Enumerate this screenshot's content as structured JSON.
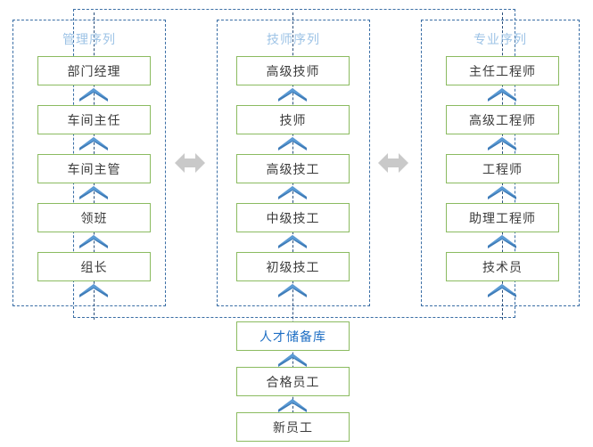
{
  "diagram": {
    "title_text": "",
    "colors": {
      "node_border": "#8bbb60",
      "node_text": "#3b3b3b",
      "accent_text": "#1f6fc4",
      "column_title": "#9dc3e6",
      "dash_frame": "#3a6ea5",
      "chevron_fill": "#3f7cb8",
      "chevron_light": "#5b9bd5",
      "lr_arrow_fill": "#c9c9c9"
    }
  },
  "columns": [
    {
      "title": "管理序列",
      "nodes": [
        {
          "label": "部门经理"
        },
        {
          "label": "车间主任"
        },
        {
          "label": "车间主管"
        },
        {
          "label": "领班"
        },
        {
          "label": "组长"
        }
      ]
    },
    {
      "title": "技师序列",
      "nodes": [
        {
          "label": "高级技师"
        },
        {
          "label": "技师"
        },
        {
          "label": "高级技工"
        },
        {
          "label": "中级技工"
        },
        {
          "label": "初级技工"
        }
      ]
    },
    {
      "title": "专业序列",
      "nodes": [
        {
          "label": "主任工程师"
        },
        {
          "label": "高级工程师"
        },
        {
          "label": "工程师"
        },
        {
          "label": "助理工程师"
        },
        {
          "label": "技术员"
        }
      ]
    }
  ],
  "base": {
    "nodes": [
      {
        "label": "人才储备库",
        "accent": true
      },
      {
        "label": "合格员工",
        "accent": false
      },
      {
        "label": "新员工",
        "accent": false
      }
    ]
  },
  "connectors": {
    "promotion_arrow": "chevron-up-arrow",
    "lateral_arrow": "left-right-arrow"
  }
}
